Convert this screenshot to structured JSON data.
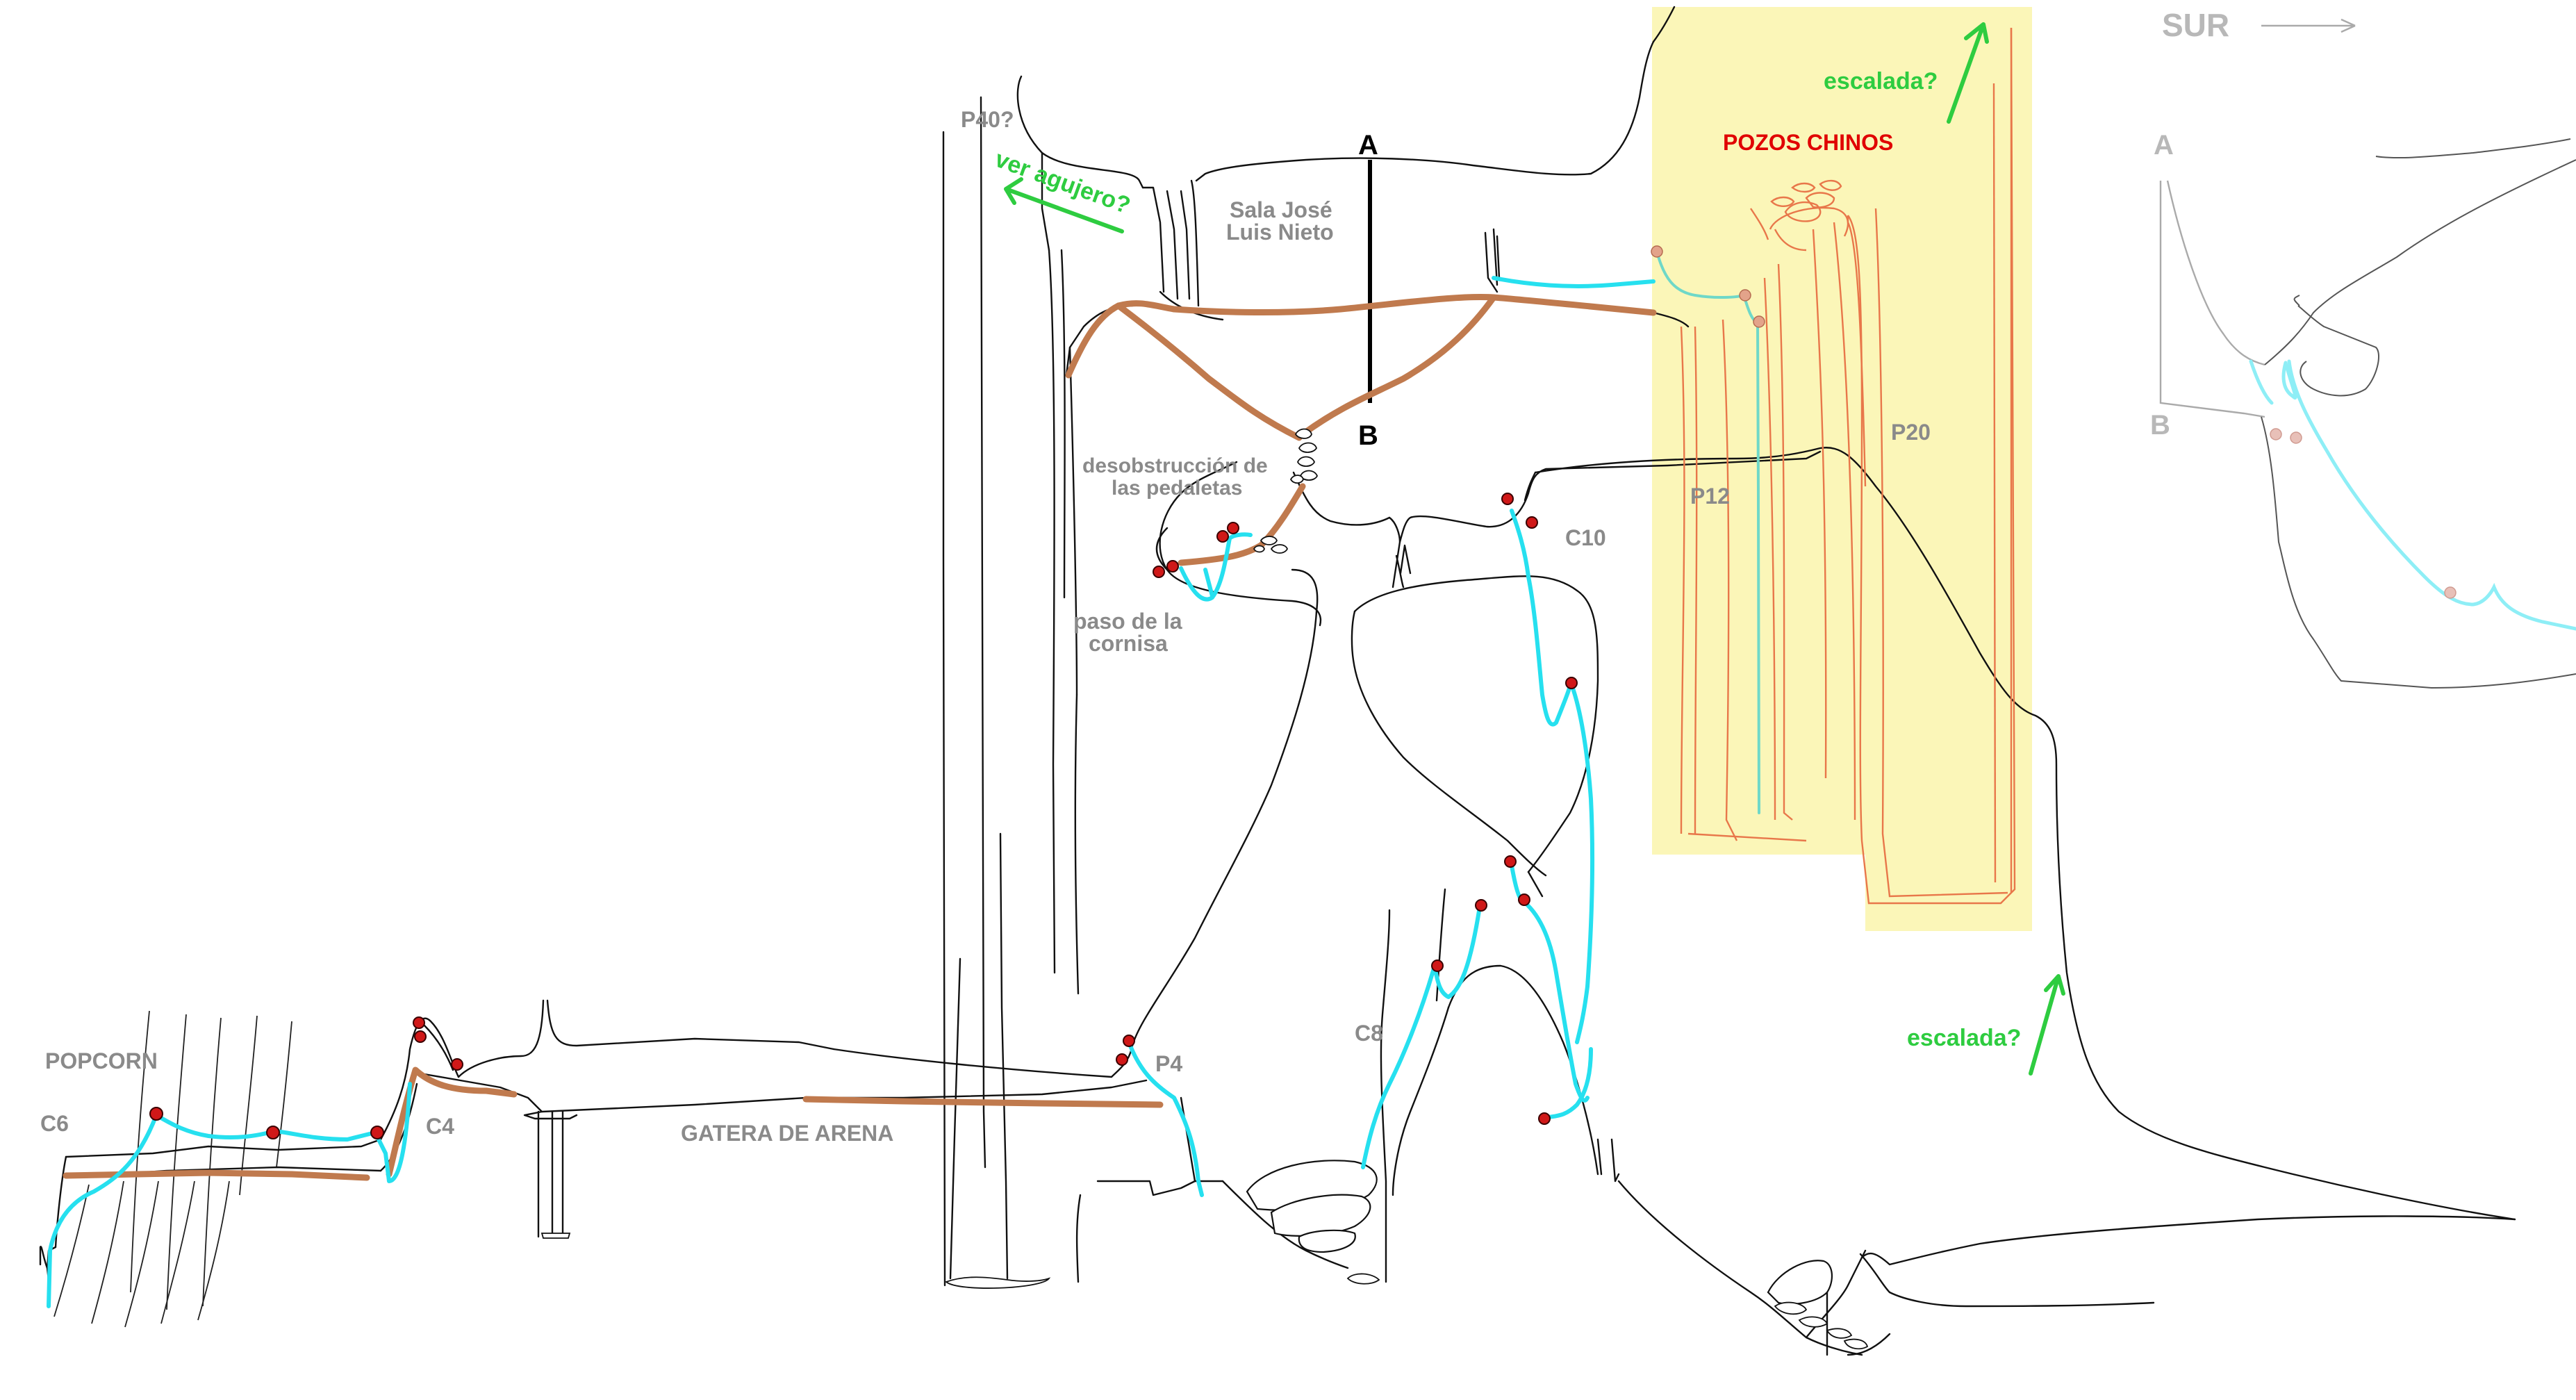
{
  "labels": {
    "popcorn": "POPCORN",
    "c6": "C6",
    "c4": "C4",
    "gatera_de_arena": "GATERA DE ARENA",
    "p4": "P4",
    "c8": "C8",
    "c10": "C10",
    "p40": "P40?",
    "ver_agujero": "ver agujero?",
    "sala_line1": "Sala José",
    "sala_line2": "Luis Nieto",
    "section_a": "A",
    "section_b": "B",
    "desobstruccion_line1": "desobstrucción de",
    "desobstruccion_line2": "las pedaletas",
    "paso_line1": "paso de la",
    "paso_line2": "cornisa",
    "pozos_chinos": "POZOS CHINOS",
    "escalada_top": "escalada?",
    "escalada_bottom": "escalada?",
    "p12": "P12",
    "p20": "P20",
    "sur": "SUR",
    "profile_a": "A",
    "profile_b": "B"
  },
  "colors": {
    "rope": "#26e0ef",
    "route": "#c07a4e",
    "anchor": "#d01818",
    "highlight_zone": "#fbf6b8",
    "pit_outline": "#e8774a",
    "annotation": "#2ecc40",
    "title_red": "#e00000"
  }
}
